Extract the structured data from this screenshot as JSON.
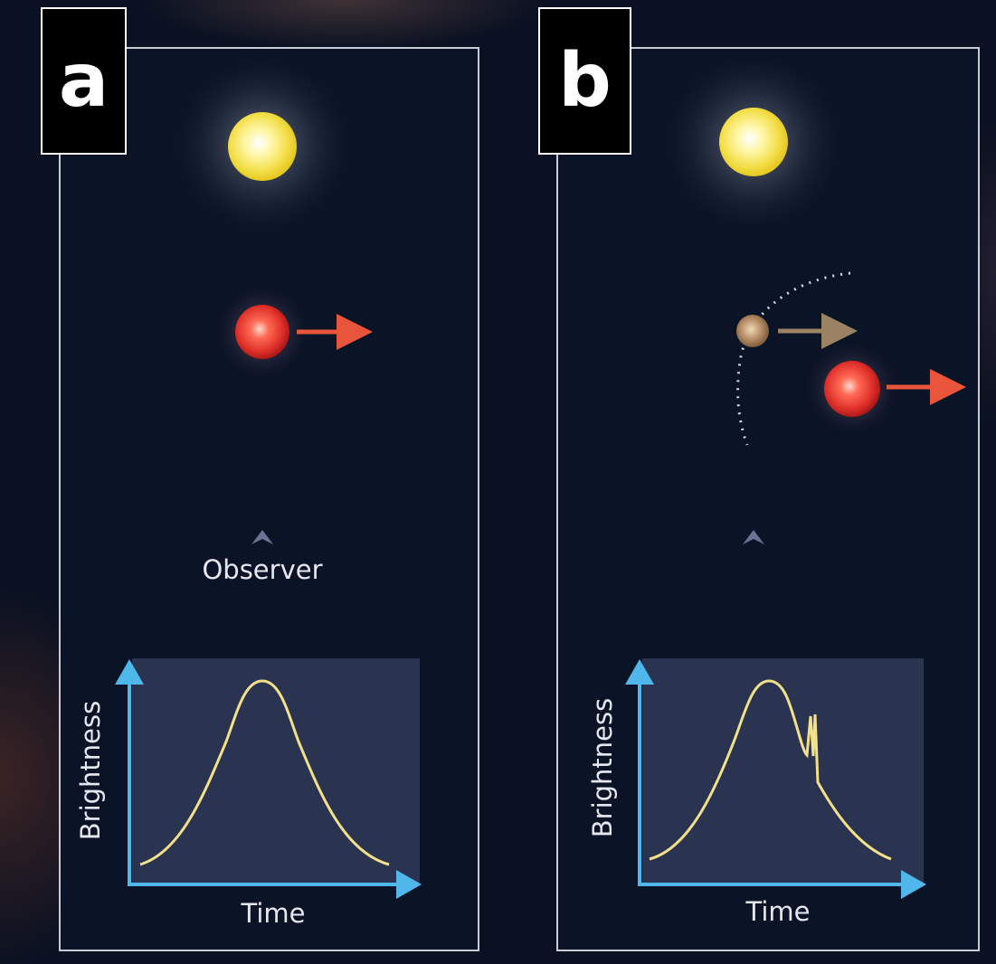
{
  "panels": [
    {
      "label": "a",
      "observer_label": "Observer",
      "chart": {
        "ylabel": "Brightness",
        "xlabel": "Time",
        "curve": "single-peak"
      }
    },
    {
      "label": "b",
      "chart": {
        "ylabel": "Brightness",
        "xlabel": "Time",
        "curve": "peak-with-planet-spike"
      }
    }
  ],
  "colors": {
    "star_yellow": "#f3df4a",
    "lens_star_red": "#e0302a",
    "planet_tan": "#b58b63",
    "arrow_red": "#e8553a",
    "arrow_tan": "#9b8262",
    "axis_blue": "#4fb7ea",
    "curve_yellow": "#f2e08a",
    "plot_bg": "#2a3350",
    "observer_marker": "#6a7391"
  },
  "icons": [
    "source-star-icon",
    "lens-star-icon",
    "planet-icon",
    "motion-arrow-icon",
    "observer-marker-icon"
  ]
}
